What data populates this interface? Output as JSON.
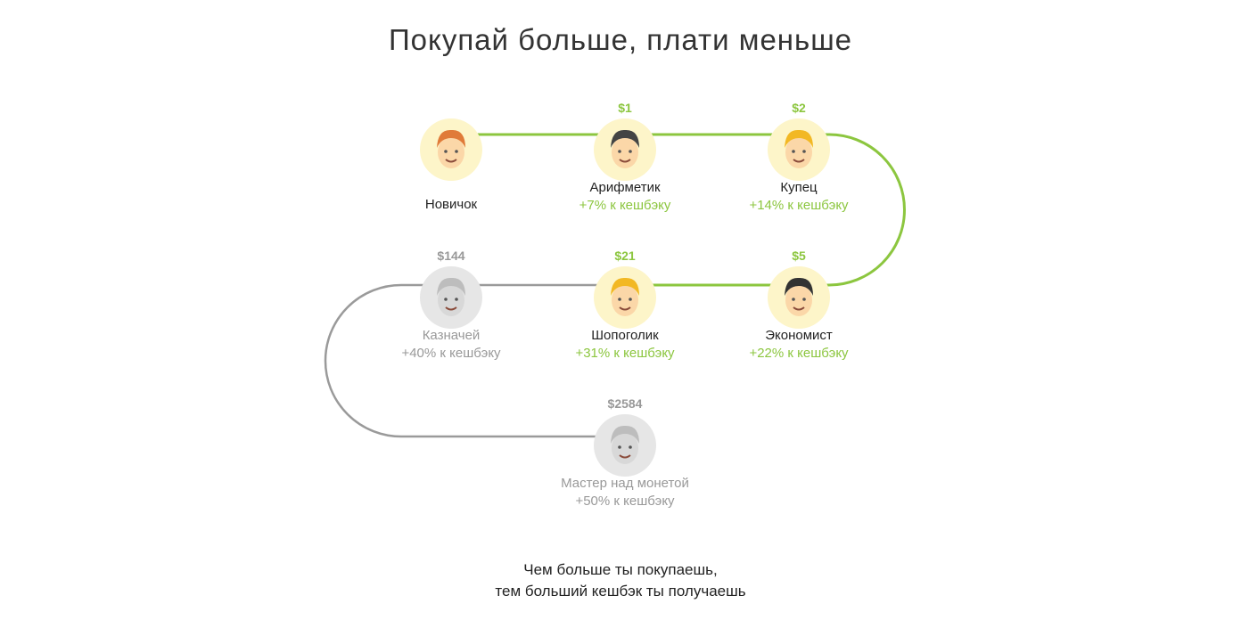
{
  "title": "Покупай больше, плати меньше",
  "colors": {
    "active": "#8cc63f",
    "locked": "#9a9a9a"
  },
  "levels": [
    {
      "name": "Новичок",
      "price": "",
      "cashback": "",
      "state": "active"
    },
    {
      "name": "Арифметик",
      "price": "$1",
      "cashback": "+7% к кешбэку",
      "state": "active"
    },
    {
      "name": "Купец",
      "price": "$2",
      "cashback": "+14% к кешбэку",
      "state": "active"
    },
    {
      "name": "Экономист",
      "price": "$5",
      "cashback": "+22% к кешбэку",
      "state": "active"
    },
    {
      "name": "Шопоголик",
      "price": "$21",
      "cashback": "+31% к кешбэку",
      "state": "active"
    },
    {
      "name": "Казначей",
      "price": "$144",
      "cashback": "+40% к кешбэку",
      "state": "locked"
    },
    {
      "name": "Мастер над монетой",
      "price": "$2584",
      "cashback": "+50% к кешбэку",
      "state": "locked"
    }
  ],
  "footer": {
    "line1": "Чем больше ты покупаешь,",
    "line2": "тем больший кешбэк ты получаешь"
  }
}
